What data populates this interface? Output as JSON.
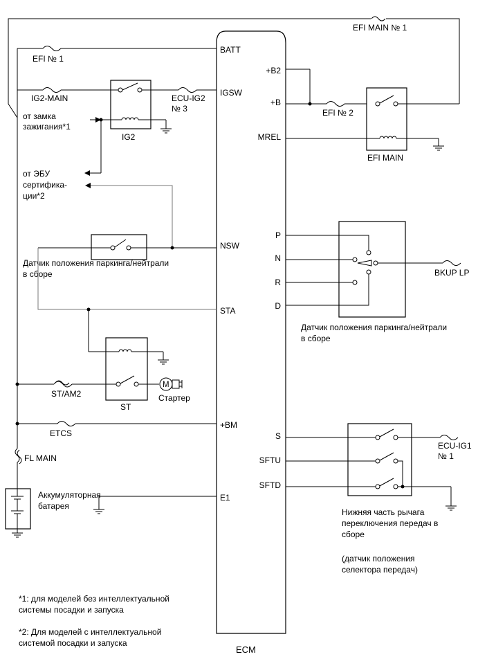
{
  "ecm": {
    "label": "ECM",
    "left_pins": {
      "batt": "BATT",
      "igsw": "IGSW",
      "nsw": "NSW",
      "sta": "STA",
      "bm": "+BM",
      "e1": "E1"
    },
    "right_pins": {
      "b2": "+B2",
      "b": "+B",
      "mrel": "MREL",
      "p": "P",
      "n": "N",
      "r": "R",
      "d": "D",
      "s": "S",
      "sftu": "SFTU",
      "sftd": "SFTD"
    }
  },
  "fuses": {
    "efi_main_1": "EFI MAIN № 1",
    "efi_1": "EFI № 1",
    "ig2_main": "IG2-MAIN",
    "ecu_ig2_a": "ECU-IG2",
    "ecu_ig2_b": "№ 3",
    "efi_2": "EFI № 2",
    "bkup_lp": "BKUP LP",
    "st_am2": "ST/AM2",
    "etcs": "ETCS",
    "fl_main": "FL MAIN",
    "ecu_ig1_a": "ECU-IG1",
    "ecu_ig1_b": "№ 1"
  },
  "relays": {
    "ig2": "IG2",
    "efi_main": "EFI MAIN",
    "st": "ST"
  },
  "inputs": {
    "ignition_1": "от замка",
    "ignition_2": "зажигания*1",
    "cert_1": "от ЭБУ",
    "cert_2": "сертифика-",
    "cert_3": "ции*2"
  },
  "components": {
    "pn_switch_left_1": "Датчик положения паркинга/нейтрали",
    "pn_switch_left_2": "в сборе",
    "pn_switch_right_1": "Датчик положения паркинга/нейтрали",
    "pn_switch_right_2": "в сборе",
    "starter": "Стартер",
    "motor_symbol": "M",
    "battery_1": "Аккумуляторная",
    "battery_2": "батарея",
    "shift_lever_1": "Нижняя часть рычага",
    "shift_lever_2": "переключения передач в",
    "shift_lever_3": "сборе",
    "shift_sensor_1": "(датчик положения",
    "shift_sensor_2": "селектора передач)"
  },
  "notes": {
    "note1_1": "*1: для моделей без интеллектуальной",
    "note1_2": "системы посадки и запуска",
    "note2_1": "*2: Для моделей с интеллектуальной",
    "note2_2": "системой посадки и запуска"
  }
}
